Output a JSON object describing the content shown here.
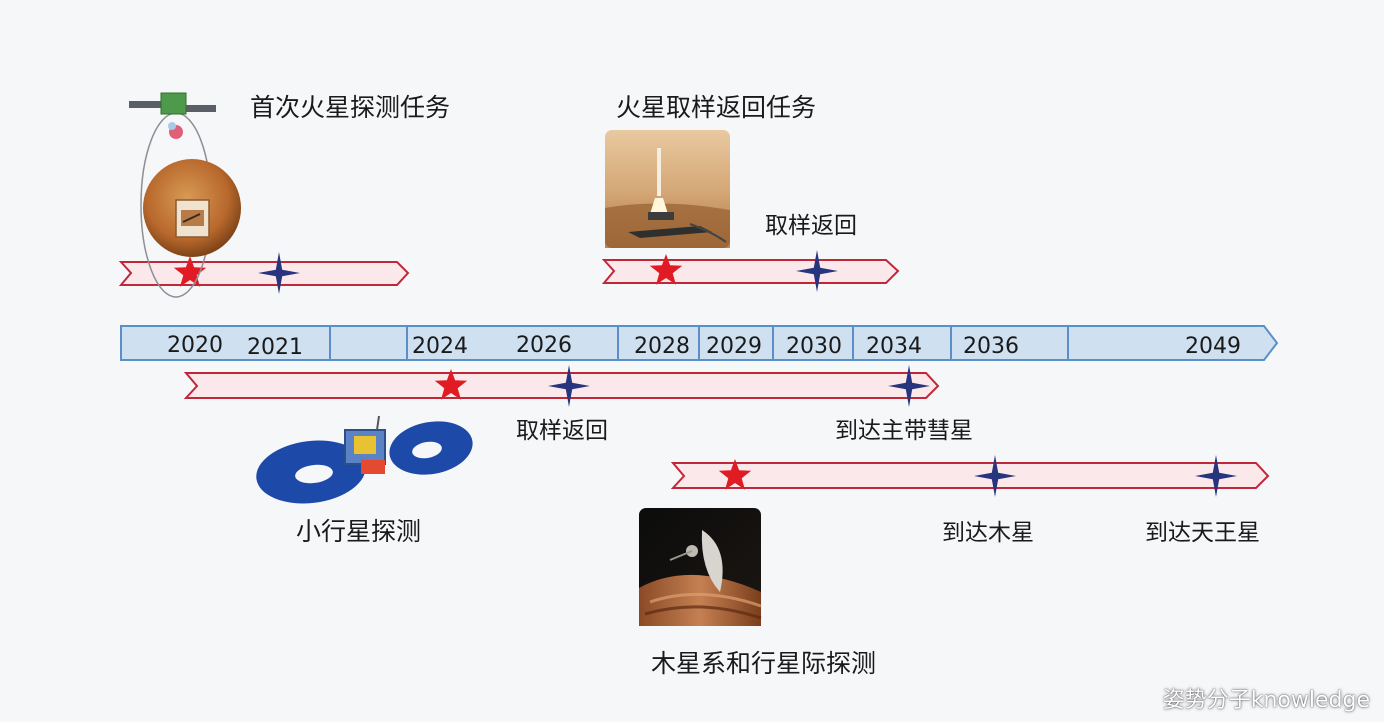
{
  "timeline": {
    "years": [
      "2020",
      "2021",
      "2024",
      "2026",
      "2028",
      "2029",
      "2030",
      "2034",
      "2036",
      "2049"
    ]
  },
  "missions": {
    "mars_first": {
      "title": "首次火星探测任务"
    },
    "mars_sample_return": {
      "title": "火星取样返回任务",
      "milestone_label": "取样返回"
    },
    "asteroid": {
      "title": "小行星探测",
      "milestone_1_label": "取样返回",
      "milestone_2_label": "到达主带彗星"
    },
    "jupiter": {
      "title": "木星系和行星际探测",
      "milestone_1_label": "到达木星",
      "milestone_2_label": "到达天王星"
    }
  },
  "watermark": "姿势分子knowledge",
  "colors": {
    "timeline_fill": "#cfe0f1",
    "timeline_stroke": "#5b8fc7",
    "arrow_fill": "#fbe8ea",
    "arrow_stroke": "#c0283a",
    "star_red": "#e01b24",
    "star_blue": "#26357e"
  }
}
